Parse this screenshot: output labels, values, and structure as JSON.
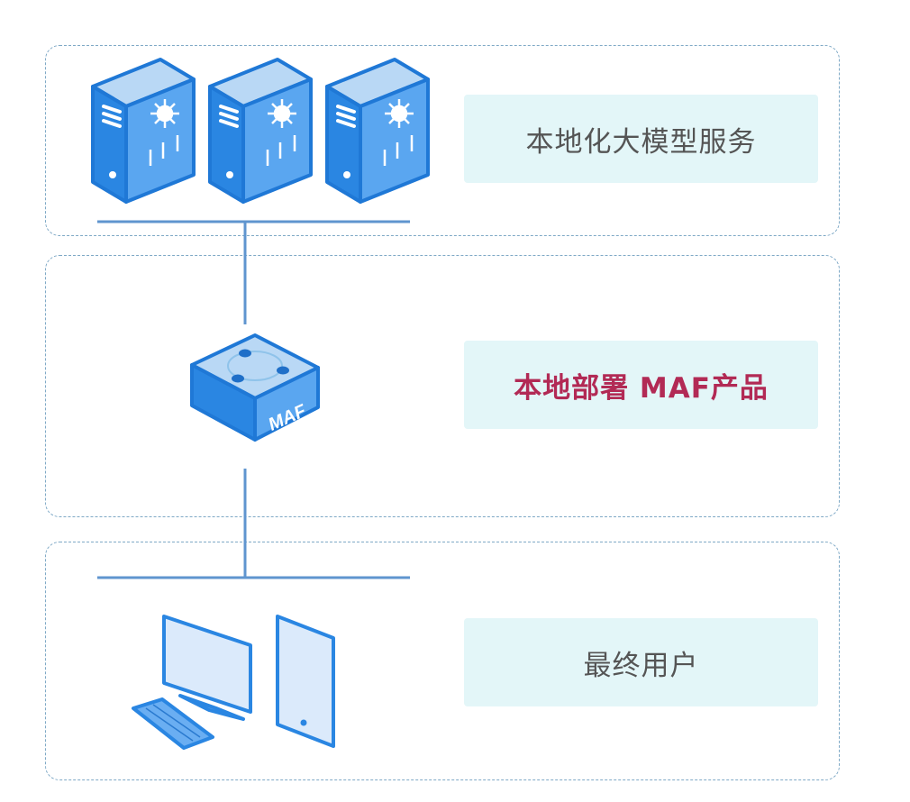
{
  "layers": [
    {
      "label": "本地化大模型服务",
      "emphasis": false
    },
    {
      "label": "本地部署 MAF产品",
      "emphasis": true
    },
    {
      "label": "最终用户",
      "emphasis": false
    }
  ],
  "maf_device_text": "MAF",
  "colors": {
    "device_blue": "#2f86e0",
    "label_bg": "#e3f6f8",
    "emphasis_text": "#b22a55",
    "line": "#5f95cf"
  }
}
